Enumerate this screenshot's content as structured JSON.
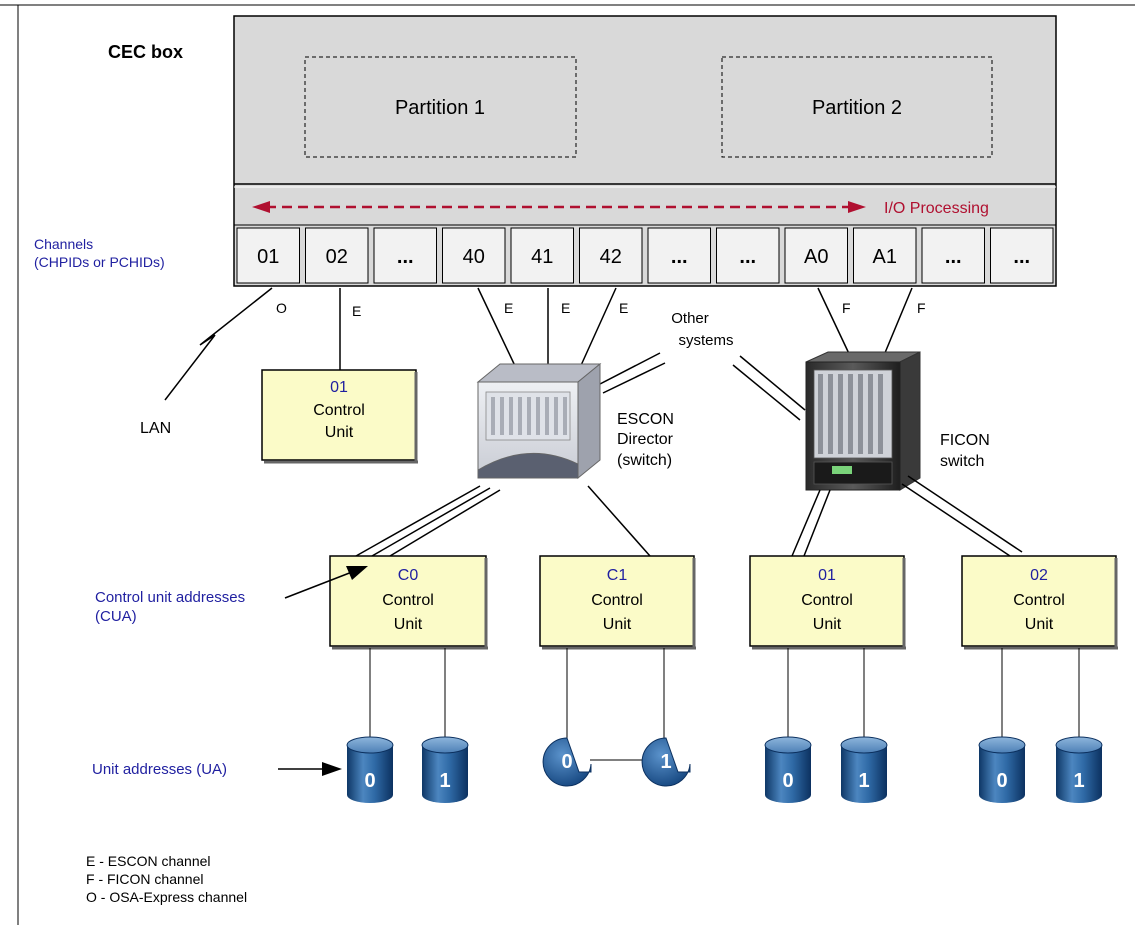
{
  "cec": {
    "title": "CEC box",
    "partition1": "Partition 1",
    "partition2": "Partition 2",
    "io_processing": "I/O Processing"
  },
  "channels_label": [
    "Channels",
    "(CHPIDs or PCHIDs)"
  ],
  "channels": [
    {
      "id": "01",
      "type": "O"
    },
    {
      "id": "02",
      "type": "E"
    },
    {
      "id": "...",
      "type": ""
    },
    {
      "id": "40",
      "type": "E"
    },
    {
      "id": "41",
      "type": "E"
    },
    {
      "id": "42",
      "type": "E"
    },
    {
      "id": "...",
      "type": ""
    },
    {
      "id": "...",
      "type": ""
    },
    {
      "id": "A0",
      "type": "F"
    },
    {
      "id": "A1",
      "type": "F"
    },
    {
      "id": "...",
      "type": ""
    },
    {
      "id": "...",
      "type": ""
    }
  ],
  "lan_label": "LAN",
  "other_systems": [
    "Other",
    "systems"
  ],
  "escon_director": [
    "ESCON",
    "Director",
    "(switch)"
  ],
  "ficon_switch": [
    "FICON",
    "switch"
  ],
  "control_units": [
    {
      "address": "01",
      "line1": "Control",
      "line2": "Unit"
    },
    {
      "address": "C0",
      "line1": "Control",
      "line2": "Unit"
    },
    {
      "address": "C1",
      "line1": "Control",
      "line2": "Unit"
    },
    {
      "address": "01",
      "line1": "Control",
      "line2": "Unit"
    },
    {
      "address": "02",
      "line1": "Control",
      "line2": "Unit"
    }
  ],
  "cua_label": [
    "Control unit addresses",
    "(CUA)"
  ],
  "ua_label": "Unit addresses (UA)",
  "devices": [
    "0",
    "1",
    "0",
    "1",
    "0",
    "1",
    "0",
    "1"
  ],
  "legend": [
    "E - ESCON channel",
    "F - FICON channel",
    "O - OSA-Express channel"
  ],
  "colors": {
    "cec_fill": "#d9d9d9",
    "cu_fill": "#fbfbc8",
    "label_blue": "#1f1fa0",
    "io_red": "#b01030",
    "device_blue": "#1f5a96"
  }
}
